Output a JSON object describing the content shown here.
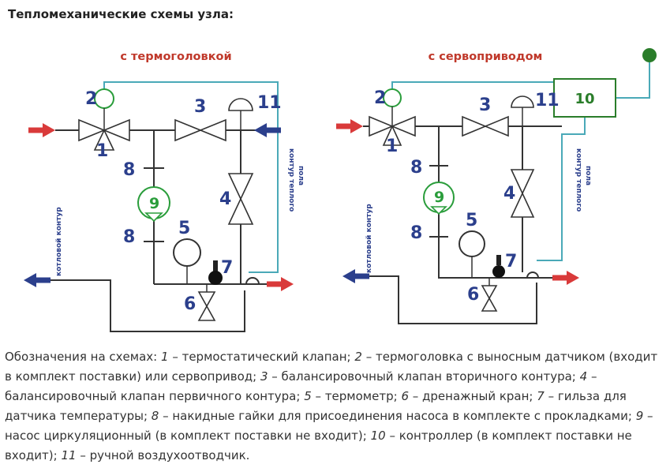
{
  "heading": "Тепломеханические схемы узла:",
  "diagrams": [
    {
      "title": "с термоголовкой",
      "left_label": "котловой контур",
      "right_label_1": "контур теплого",
      "right_label_2": "пола"
    },
    {
      "title": "с сервоприводом",
      "left_label": "котловой контур",
      "right_label_1": "контур теплого",
      "right_label_2": "пола"
    }
  ],
  "numbers": {
    "n1": "1",
    "n2": "2",
    "n3": "3",
    "n4": "4",
    "n5": "5",
    "n6": "6",
    "n7": "7",
    "n8": "8",
    "n9": "9",
    "n10": "10",
    "n11": "11"
  },
  "colors": {
    "arrow_in": "#d93a3a",
    "arrow_out": "#2b3f8c",
    "wire": "#4aa9b8",
    "pump": "#2a9d3b",
    "controller": "#2a7d2a"
  },
  "legend": {
    "prefix": "Обозначения на схемах:",
    "items": [
      {
        "n": "1",
        "t": "термостатический клапан;"
      },
      {
        "n": "2",
        "t": "термоголовка с выносным датчиком (входит в комплект поставки) или сервопривод;"
      },
      {
        "n": "3",
        "t": "балансировочный клапан вторичного контура;"
      },
      {
        "n": "4",
        "t": "балансировочный клапан первичного контура;"
      },
      {
        "n": "5",
        "t": "термометр;"
      },
      {
        "n": "6",
        "t": "дренажный кран;"
      },
      {
        "n": "7",
        "t": "гильза для датчика температуры;"
      },
      {
        "n": "8",
        "t": "накидные гайки для присоединения насоса в комплекте с прокладками;"
      },
      {
        "n": "9",
        "t": "насос циркуляционный (в комплект поставки не входит);"
      },
      {
        "n": "10",
        "t": "контроллер (в комплект поставки не входит);"
      },
      {
        "n": "11",
        "t": "ручной воздухоотводчик."
      }
    ]
  }
}
